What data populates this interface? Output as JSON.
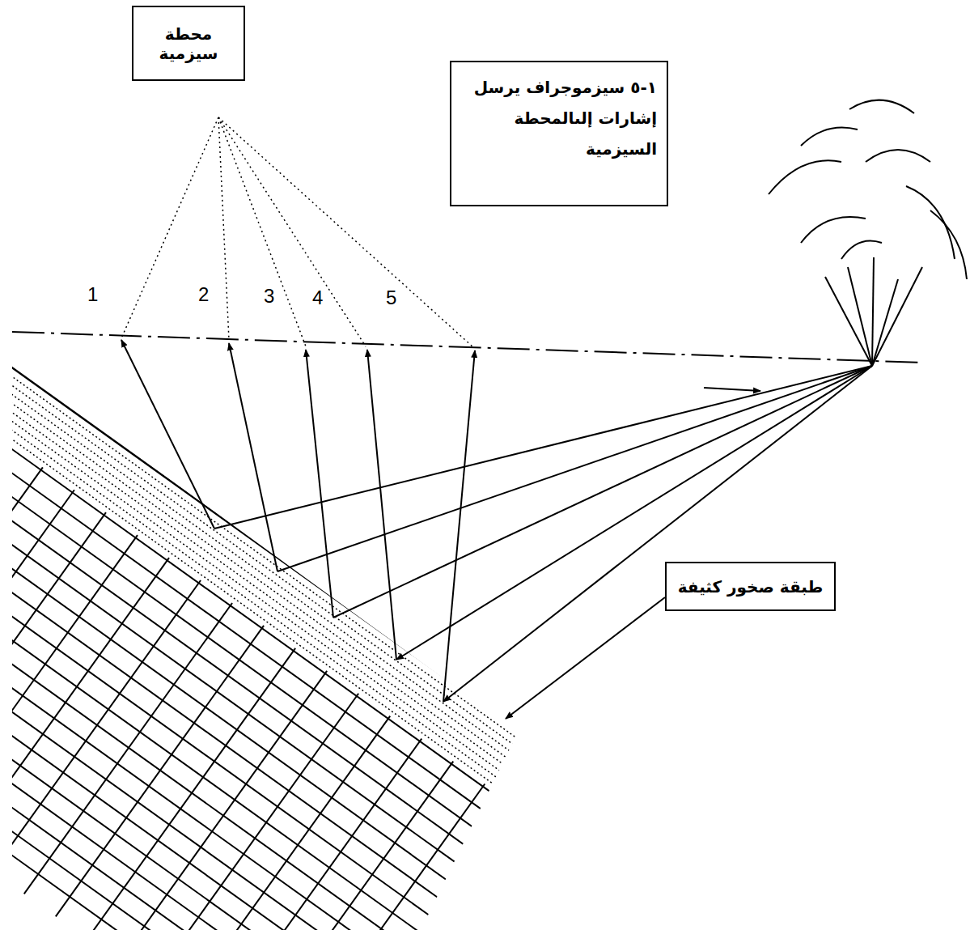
{
  "diagram": {
    "nodes": [
      {
        "text": [
          "محطة سيزمية"
        ]
      },
      {
        "text": [
          "١-٥ سيزموجراف يرسل إشارات إلىالمحطة السيزمية"
        ]
      },
      {
        "text": [
          "طبقة صخور كثيفة"
        ]
      }
    ],
    "labels": [
      "1",
      "2",
      "3",
      "4",
      "5"
    ]
  }
}
